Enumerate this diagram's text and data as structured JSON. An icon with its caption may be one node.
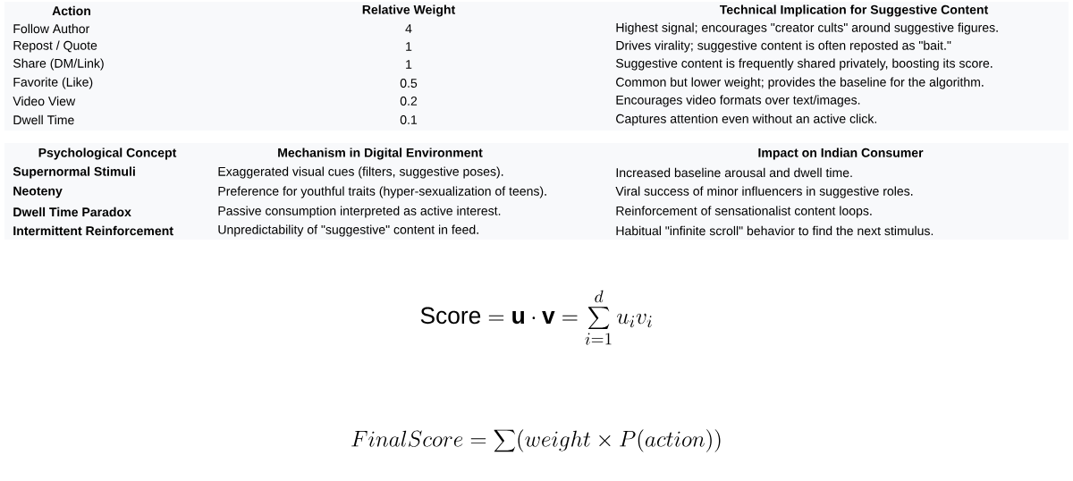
{
  "diagram": {
    "labels": [
      "Action",
      "Relative Weight",
      "Technical Implication for Suggestive Content",
      "Follow Author",
      "4",
      "Highest signal; encourages \"creator cults\" around suggestive figures.",
      "Repost / Quote",
      "1",
      "Drives virality; suggestive content is often reposted as \"bait.\"",
      "Share (DM/Link)",
      "1",
      "Suggestive content is frequently shared privately, boosting its score.",
      "Favorite (Like)",
      "0.5",
      "Common but lower weight; provides the baseline for the algorithm.",
      "Video View",
      "0.2",
      "Encourages video formats over text/images.",
      "Dwell Time",
      "0.1",
      "Captures attention even without an active click.",
      "Psychological Concept",
      "Mechanism in Digital Environment",
      "Impact on Indian Consumer",
      "Supernormal Stimuli",
      "Exaggerated visual cues (filters, suggestive poses).",
      "Increased baseline arousal and dwell time.",
      "Neoteny",
      "Preference for youthful traits (hyper-sexualization of teens).",
      "Viral success of minor influencers in suggestive roles.",
      "Dwell Time Paradox",
      "Passive consumption interpreted as active interest.",
      "Reinforcement of sensationalist content loops.",
      "Intermittent Reinforcement",
      "Unpredictability of \"suggestive\" content in feed.",
      "Habitual \"infinite scroll\" behavior to find the next stimulus.",
      "\\mathrm{Score} = \\mathbf{u} \\cdot \\mathbf{v} = \\sum_{i=1}^{d} u_i v_i",
      "FinalScore = \\sum (weight \\times P(action))"
    ]
  }
}
